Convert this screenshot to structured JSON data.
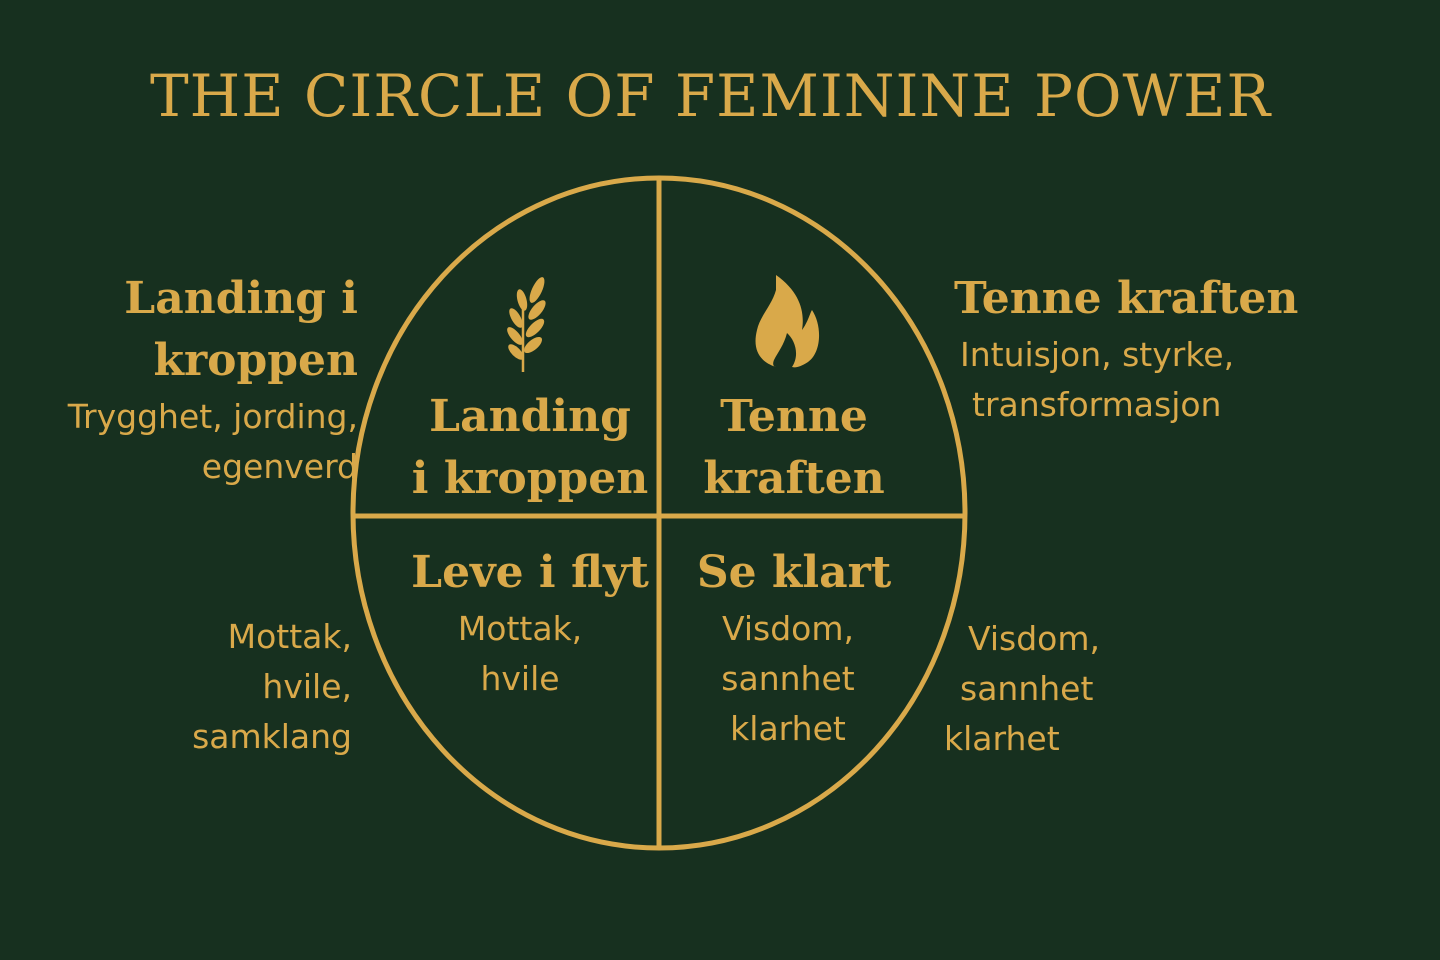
{
  "title": "THE CIRCLE OF FEMININE POWER",
  "colors": {
    "background": "#17301f",
    "gold": "#d9a94a"
  },
  "quadrants": [
    {
      "title_line1": "Landing",
      "title_line2": "i kroppen",
      "icon": "wheat-icon"
    },
    {
      "title_line1": "Tenne",
      "title_line2": "kraften",
      "icon": "flame-icon"
    },
    {
      "title": "Leve i flyt",
      "line1": "Mottak,",
      "line2": "hvile"
    },
    {
      "title": "Se klart",
      "line1": "Visdom,",
      "line2": "sannhet",
      "line3": "klarhet"
    }
  ],
  "outer": {
    "top_left": {
      "title_line1": "Landing i",
      "title_line2": "kroppen",
      "line1": "Trygghet, jording,",
      "line2": "egenverd"
    },
    "top_right": {
      "title": "Tenne kraften",
      "line1": "Intuisjon, styrke,",
      "line2": "transformasjon"
    },
    "bottom_left": {
      "line1": "Mottak,",
      "line2": "hvile,",
      "line3": "samklang"
    },
    "bottom_right": {
      "line1": "Visdom,",
      "line2": "sannhet",
      "line3": "klarhet"
    }
  }
}
